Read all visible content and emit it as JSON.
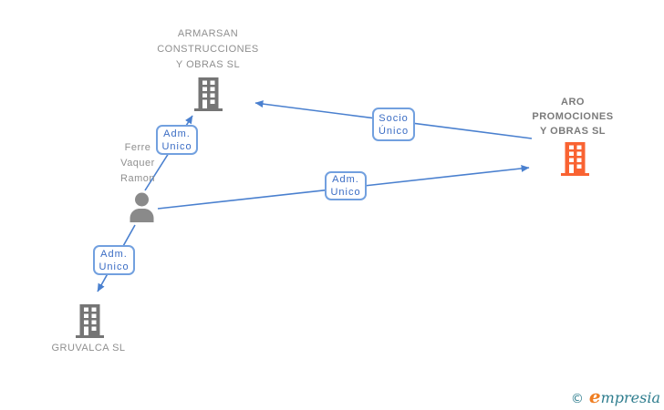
{
  "diagram": {
    "title": "corporate-relations-graph",
    "nodes": {
      "armarsan": {
        "type": "company",
        "label_lines": [
          "ARMARSAN",
          "CONSTRUCCIONES",
          "Y OBRAS SL"
        ],
        "icon": "building-icon",
        "icon_color": "#757575"
      },
      "aro": {
        "type": "company",
        "label_lines": [
          "ARO",
          "PROMOCIONES",
          "Y OBRAS SL"
        ],
        "icon": "building-icon",
        "icon_color": "#F96332",
        "highlighted": true
      },
      "ferre": {
        "type": "person",
        "label_lines": [
          "Ferre",
          "Vaquer",
          "Ramon"
        ],
        "icon": "person-icon",
        "icon_color": "#8A8A8A"
      },
      "gruvalca": {
        "type": "company",
        "label_lines": [
          "GRUVALCA SL"
        ],
        "icon": "building-icon",
        "icon_color": "#757575"
      }
    },
    "edges": [
      {
        "from": "ferre",
        "to": "armarsan",
        "label_lines": [
          "Adm.",
          "Unico"
        ]
      },
      {
        "from": "aro",
        "to": "armarsan",
        "label_lines": [
          "Socio",
          "Único"
        ]
      },
      {
        "from": "ferre",
        "to": "aro",
        "label_lines": [
          "Adm.",
          "Unico"
        ]
      },
      {
        "from": "ferre",
        "to": "gruvalca",
        "label_lines": [
          "Adm.",
          "Unico"
        ]
      }
    ],
    "colors": {
      "edge_blue": "#4A80CF",
      "edge_label_border": "#72A0DF",
      "edge_label_text": "#3A6CC4",
      "node_label_gray": "#8F8F8F",
      "building_gray": "#757575",
      "person_gray": "#8A8A8A",
      "highlight_orange": "#F96332"
    }
  },
  "footer": {
    "copyright_symbol": "©",
    "brand_first": "e",
    "brand_rest": "mpresia"
  }
}
